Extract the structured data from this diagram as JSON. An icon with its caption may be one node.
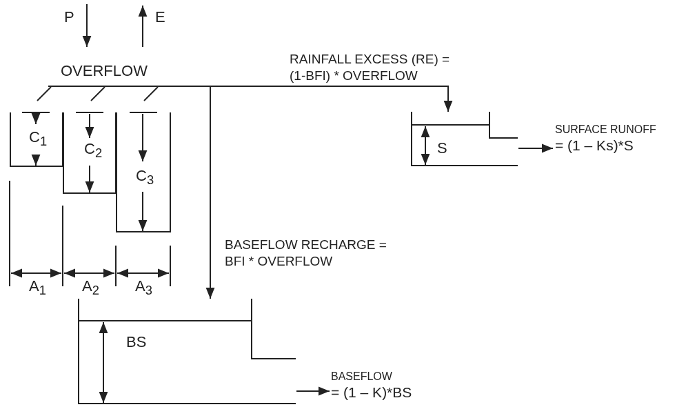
{
  "diagram": {
    "nodes": [
      {
        "text": [
          "OVERFLOW"
        ]
      },
      {
        "text": [],
        "shape": "box"
      },
      {
        "text": [],
        "shape": "box"
      },
      {
        "text": [],
        "shape": "box"
      },
      {
        "text": [
          "S"
        ]
      },
      {
        "text": [
          "SURFACE RUNOFF",
          "= (1 – Ks)*S"
        ]
      },
      {
        "text": [
          "BS"
        ]
      },
      {
        "text": [
          "BASEFLOW",
          "= (1 – K)*BS"
        ]
      }
    ],
    "edges": [
      {
        "from": 1,
        "to": 0,
        "arrow": "none"
      },
      {
        "from": 2,
        "to": 0,
        "arrow": "none"
      },
      {
        "from": 3,
        "to": 0,
        "arrow": "none"
      },
      {
        "from": 0,
        "to": 4,
        "arrow": "to",
        "label": "RAINFALL EXCESS (RE) = (1-BFI) * OVERFLOW"
      },
      {
        "from": 0,
        "to": 6,
        "arrow": "to",
        "label": "BASEFLOW RECHARGE = BFI * OVERFLOW"
      },
      {
        "from": 4,
        "to": 5,
        "arrow": "to"
      },
      {
        "from": 6,
        "to": 7,
        "arrow": "to"
      }
    ],
    "labels": [
      "P",
      "E",
      "C$_{1}$",
      "C$_{2}$",
      "C$_{3}$",
      "A$_{1}$",
      "A$_{2}$",
      "A$_{3}$"
    ]
  }
}
